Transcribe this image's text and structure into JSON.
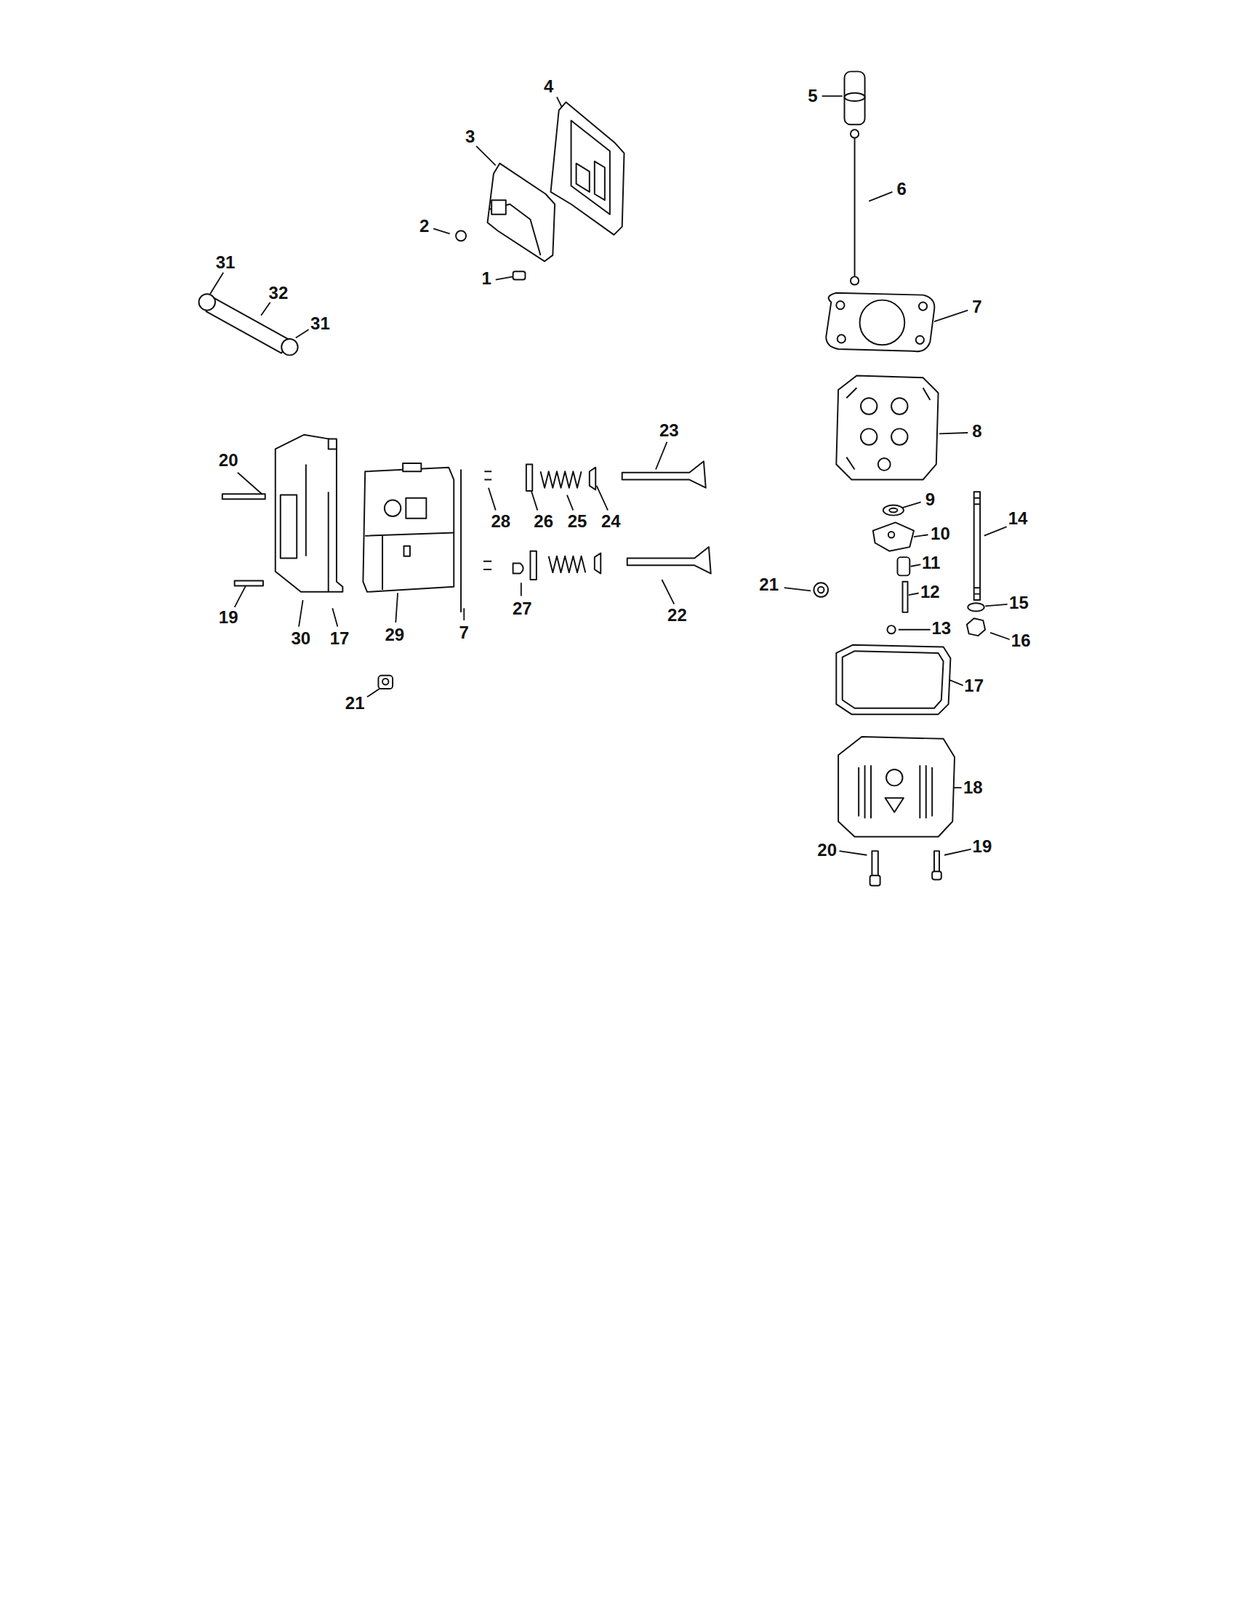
{
  "diagram": {
    "labels": [
      "5",
      "4",
      "3",
      "6",
      "2",
      "1",
      "31",
      "32",
      "31",
      "7",
      "23",
      "8",
      "20",
      "9",
      "28",
      "26",
      "25",
      "24",
      "14",
      "10",
      "11",
      "21",
      "12",
      "15",
      "27",
      "22",
      "19",
      "13",
      "16",
      "30",
      "17",
      "29",
      "7",
      "17",
      "21",
      "18",
      "20",
      "19"
    ]
  }
}
